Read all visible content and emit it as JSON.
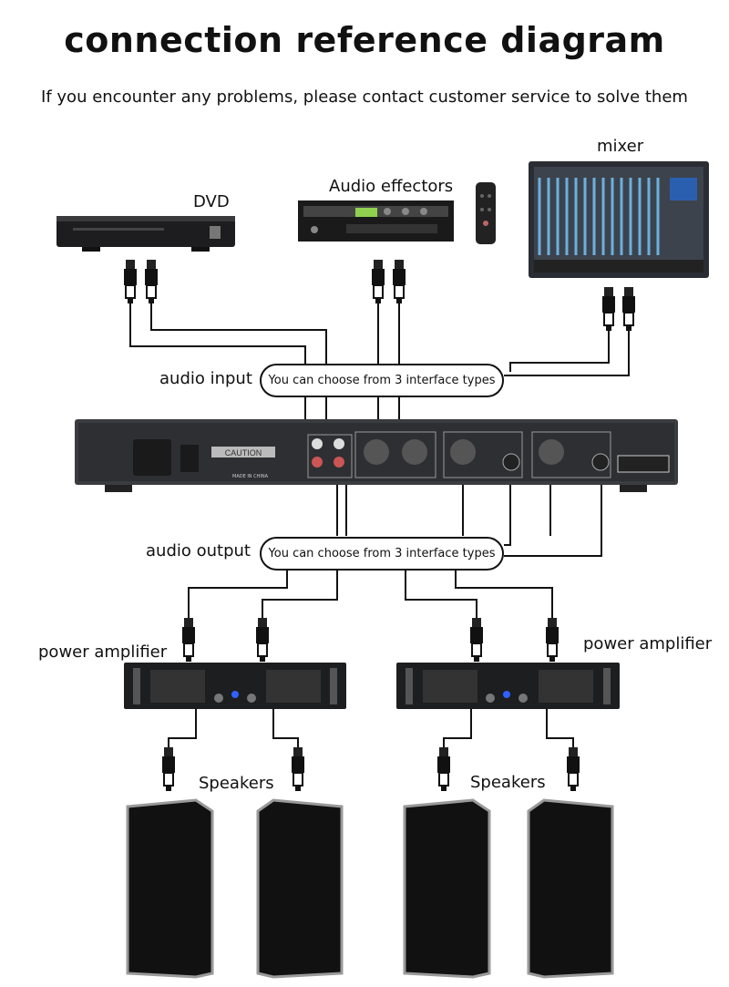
{
  "title": "connection reference diagram",
  "subtitle": "If you encounter any problems, please contact customer service to solve them",
  "devices": {
    "dvd": "DVD",
    "effectors": "Audio effectors",
    "mixer": "mixer",
    "amp_left": "power amplifier",
    "amp_right": "power amplifier",
    "speakers_left": "Speakers",
    "speakers_right": "Speakers"
  },
  "input": {
    "label": "audio input",
    "pill": "You can choose from 3 interface types"
  },
  "output": {
    "label": "audio output",
    "pill": "You can choose from 3 interface types"
  },
  "equalizer_panel": {
    "caution": "CAUTION",
    "made_in": "MADE IN CHINA"
  }
}
